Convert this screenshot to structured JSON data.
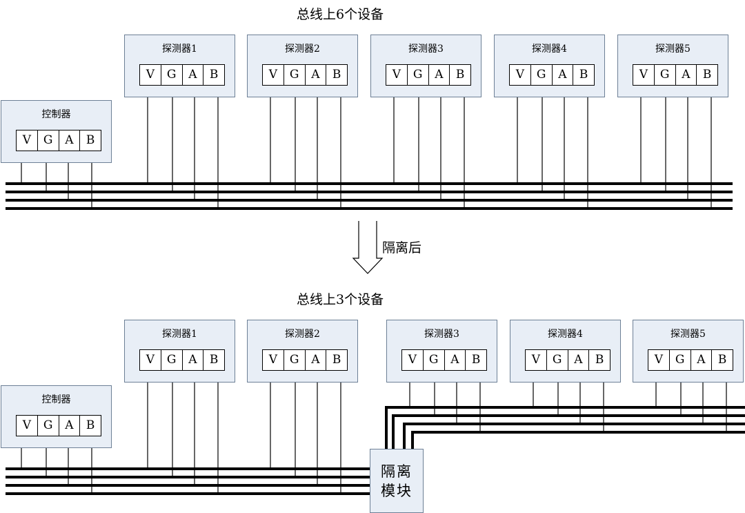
{
  "top": {
    "title": "总线上6个设备",
    "controller": {
      "label": "控制器"
    },
    "detectors": [
      {
        "label": "探测器1"
      },
      {
        "label": "探测器2"
      },
      {
        "label": "探测器3"
      },
      {
        "label": "探测器4"
      },
      {
        "label": "探测器5"
      }
    ]
  },
  "arrow": {
    "label": "隔离后"
  },
  "bottom": {
    "title": "总线上3个设备",
    "controller": {
      "label": "控制器"
    },
    "detectors": [
      {
        "label": "探测器1"
      },
      {
        "label": "探测器2"
      },
      {
        "label": "探测器3"
      },
      {
        "label": "探测器4"
      },
      {
        "label": "探测器5"
      }
    ],
    "isolator": {
      "line1": "隔离",
      "line2": "模块"
    }
  },
  "terminals": [
    "V",
    "G",
    "A",
    "B"
  ]
}
